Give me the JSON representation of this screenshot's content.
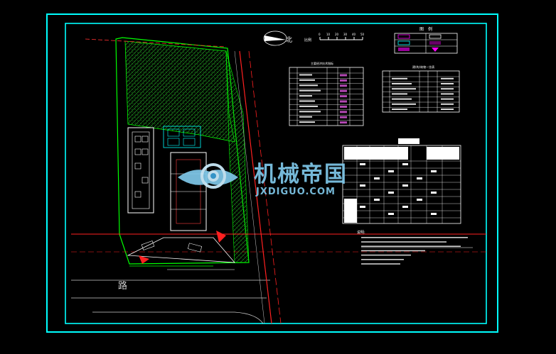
{
  "road": {
    "label": "路"
  },
  "north": {
    "label": "北"
  },
  "scale_bar": {
    "label": "比例",
    "ticks": [
      "0",
      "10",
      "20",
      "30",
      "40",
      "50"
    ]
  },
  "legend": {
    "title": "图　例"
  },
  "table_economic": {
    "title": "主要经济技术指标"
  },
  "table_buildings": {
    "title": "建(构)筑物一览表"
  },
  "notes": {
    "title": "说明:"
  },
  "watermark": {
    "cn": "机械帝国",
    "en": "JXDIGUO.COM"
  },
  "colors": {
    "frame": "#00ffff",
    "boundary": "#00ff00",
    "road": "#ff2020",
    "table": "#ffffff",
    "accent": "#ff00ff"
  }
}
